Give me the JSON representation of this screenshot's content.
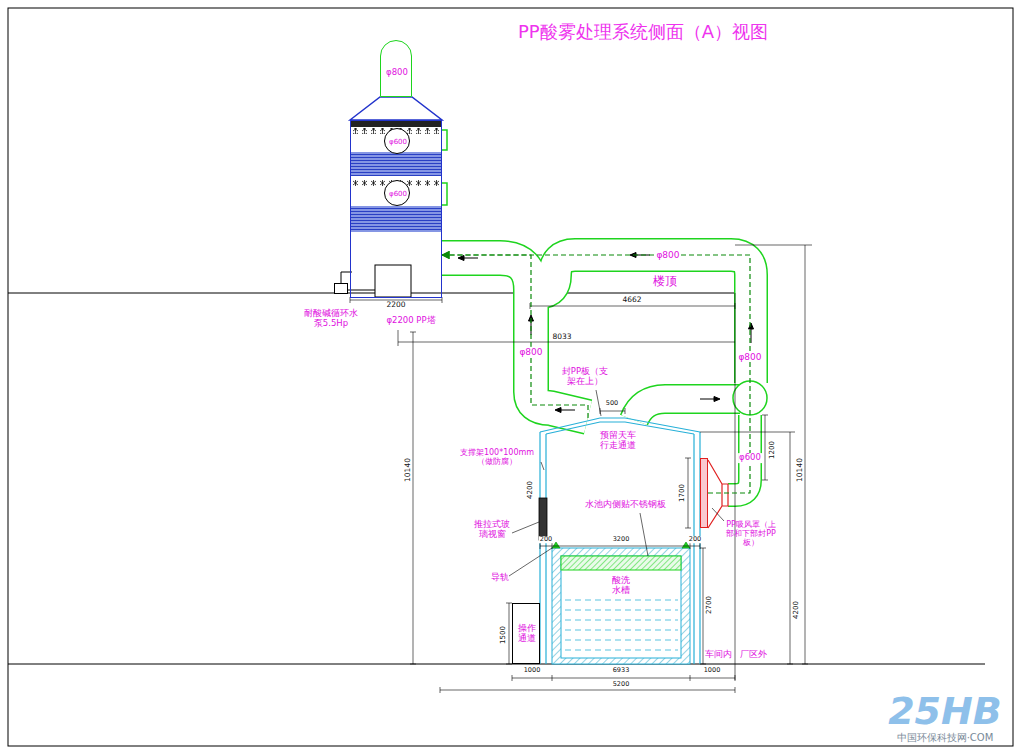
{
  "diagram": {
    "title": "PP酸雾处理系统侧面（A）视图",
    "nodes": [
      {
        "text": [
          "φ800"
        ]
      },
      {
        "text": [
          "φ2200 PP塔"
        ]
      },
      {
        "text": [
          "φ600"
        ],
        "in": 1
      },
      {
        "text": [
          "φ600"
        ],
        "in": 1
      },
      {
        "text": [
          "耐酸碱循环水泵5.5Hp"
        ]
      },
      {
        "text": [
          "预留天车行走通道"
        ]
      },
      {
        "text": [
          "酸洗水槽"
        ],
        "in": 5
      },
      {
        "text": [
          "操作通道"
        ]
      },
      {
        "text": [
          "PP吸风罩（上部和下部封PP板）"
        ]
      }
    ],
    "edges": [
      {
        "from": 8,
        "to": 1,
        "arrow": "to"
      },
      {
        "from": 5,
        "to": 1,
        "arrow": "to"
      }
    ],
    "labels": [
      "φ800",
      "楼顶",
      "2200",
      "4662",
      "8033",
      "φ800",
      "φ800",
      "封PP板（支架在上）",
      "500",
      "支撑架100*100mm（做防腐）",
      "φ600",
      "1200",
      "10140",
      "10140",
      "4200",
      "1700",
      "推拉式玻璃视窗",
      "水池内侧贴不锈钢板",
      "导轨",
      "200",
      "3200",
      "200",
      "2700",
      "1500",
      "4200",
      "车间内",
      "厂区外",
      "1000",
      "6933",
      "1000",
      "5200",
      "25HB",
      "中国环保科技网·COM"
    ]
  }
}
